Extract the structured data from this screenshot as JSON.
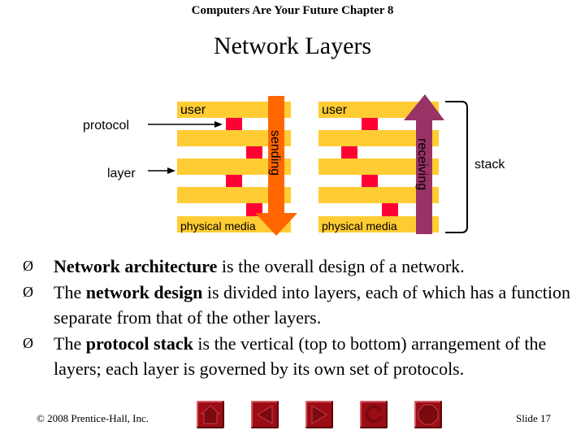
{
  "header": {
    "text": "Computers Are Your Future Chapter 8"
  },
  "title": "Network Layers",
  "diagram": {
    "left_stack": {
      "top_label": "user",
      "bottom_label": "physical media"
    },
    "right_stack": {
      "top_label": "user",
      "bottom_label": "physical media"
    },
    "protocol_label": "protocol",
    "layer_label": "layer",
    "sending_label": "sending",
    "receiving_label": "receiving",
    "stack_label": "stack",
    "colors": {
      "layer_fill": "#ffcc33",
      "block_fill": "#ff0033",
      "sending_arrow": "#ff6600",
      "receiving_arrow": "#993366"
    }
  },
  "bullets": [
    {
      "mark": "Ø",
      "parts": [
        {
          "b": true,
          "t": "Network architecture"
        },
        {
          "b": false,
          "t": " is the overall design of a network."
        }
      ]
    },
    {
      "mark": "Ø",
      "parts": [
        {
          "b": false,
          "t": "The "
        },
        {
          "b": true,
          "t": "network design"
        },
        {
          "b": false,
          "t": " is divided into layers, each of which has a function separate from that of the other layers."
        }
      ]
    },
    {
      "mark": "Ø",
      "parts": [
        {
          "b": false,
          "t": "The "
        },
        {
          "b": true,
          "t": "protocol stack"
        },
        {
          "b": false,
          "t": " is the vertical (top to bottom) arrangement of the layers; each layer is governed by its own set of protocols."
        }
      ]
    }
  ],
  "footer": {
    "copyright": "© 2008 Prentice-Hall, Inc.",
    "slide": "Slide 17"
  },
  "nav": {
    "buttons": [
      {
        "name": "home",
        "icon": "home-icon"
      },
      {
        "name": "back",
        "icon": "back-arrow-icon"
      },
      {
        "name": "forward",
        "icon": "forward-arrow-icon"
      },
      {
        "name": "return",
        "icon": "return-icon"
      },
      {
        "name": "stop",
        "icon": "stop-icon"
      }
    ]
  }
}
